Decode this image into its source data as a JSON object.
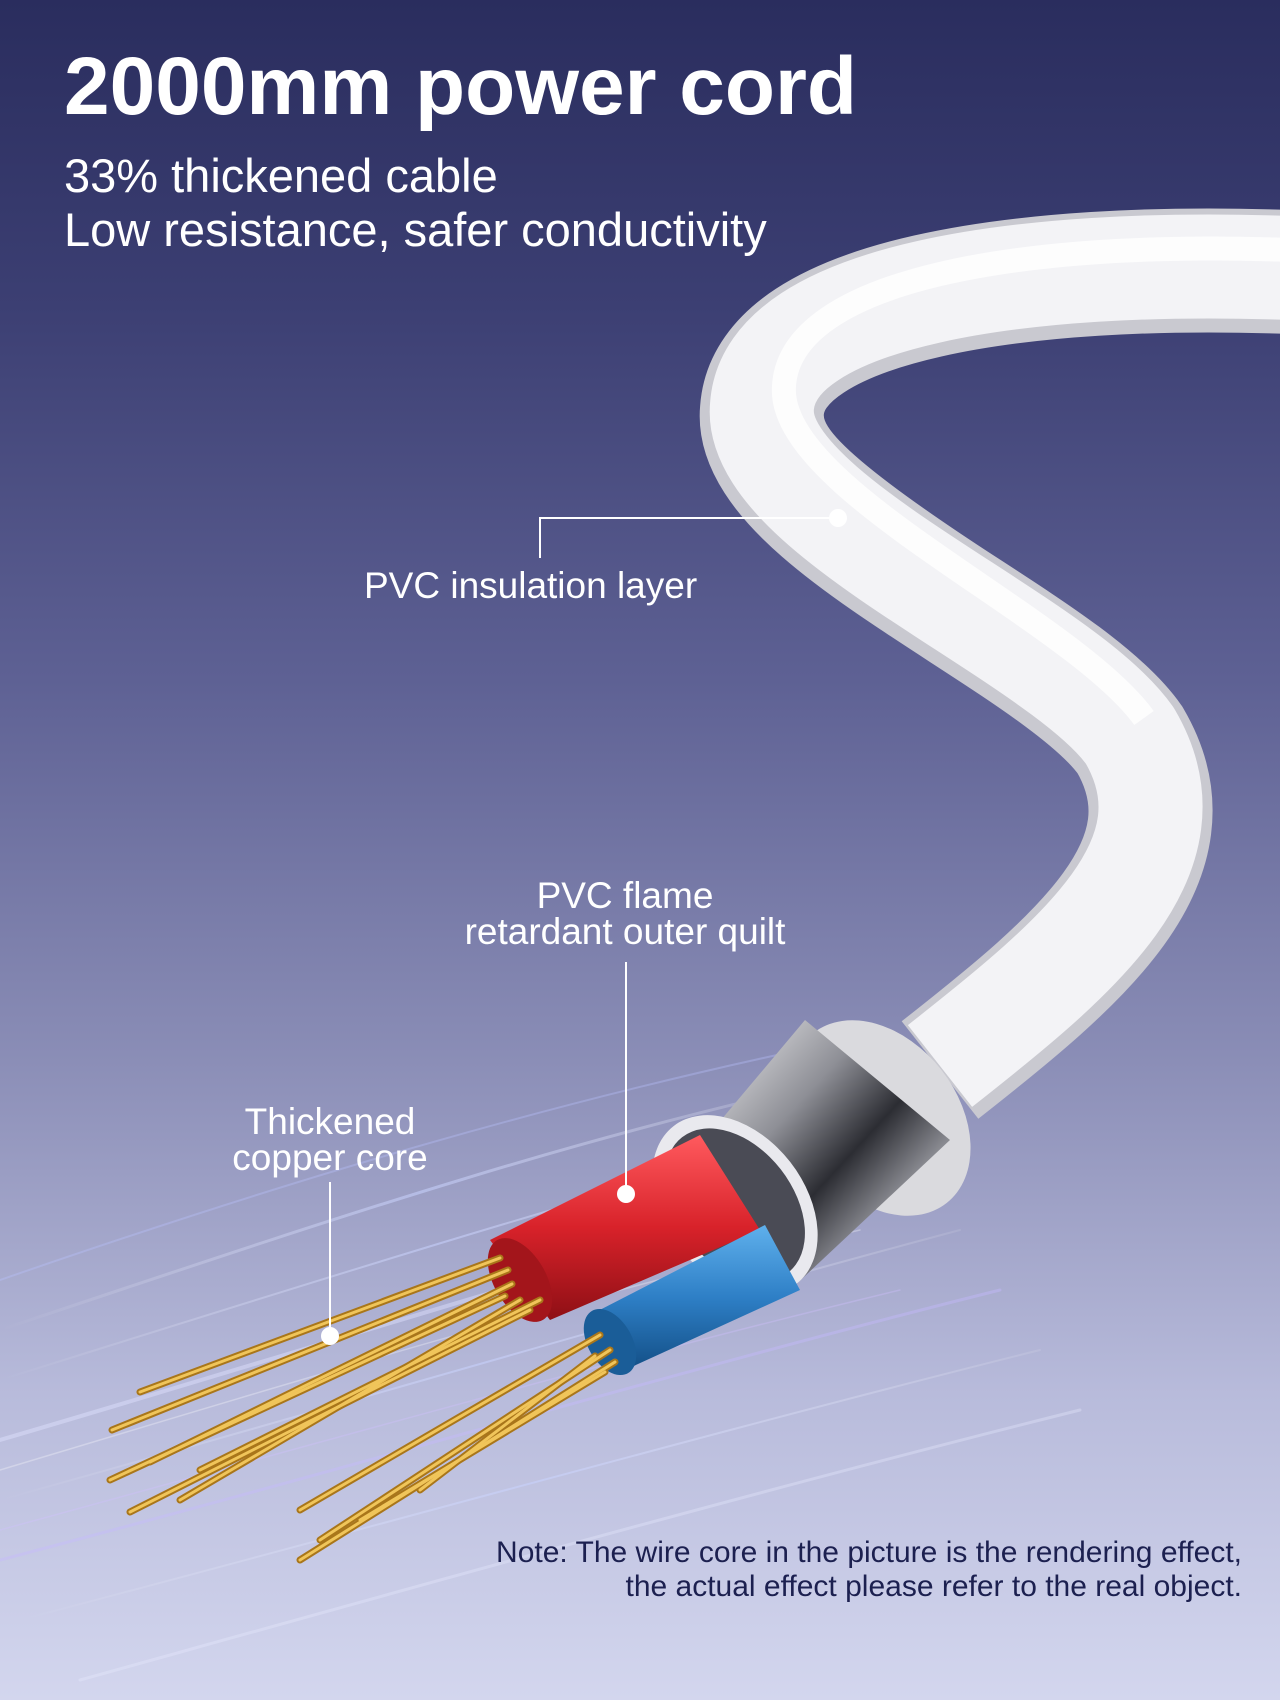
{
  "headline": "2000mm power cord",
  "sub_lines": [
    "33% thickened cable",
    "Low resistance, safer conductivity"
  ],
  "labels": {
    "pvc_insulation": "PVC insulation layer",
    "flame_retardant": [
      "PVC flame",
      "retardant outer quilt"
    ],
    "copper_core": [
      "Thickened",
      "copper core"
    ]
  },
  "note": [
    "Note: The wire core in the picture is the rendering effect,",
    "the actual effect please refer to the real object."
  ],
  "colors": {
    "background_top": "#2a2d5e",
    "background_bottom": "#d3d6ee",
    "cable_jacket": "#f2f2f4",
    "red_wire": "#d8222a",
    "blue_wire": "#2e7fc6",
    "copper": "#d4a033",
    "text": "#ffffff",
    "note_text": "#1c2050"
  }
}
